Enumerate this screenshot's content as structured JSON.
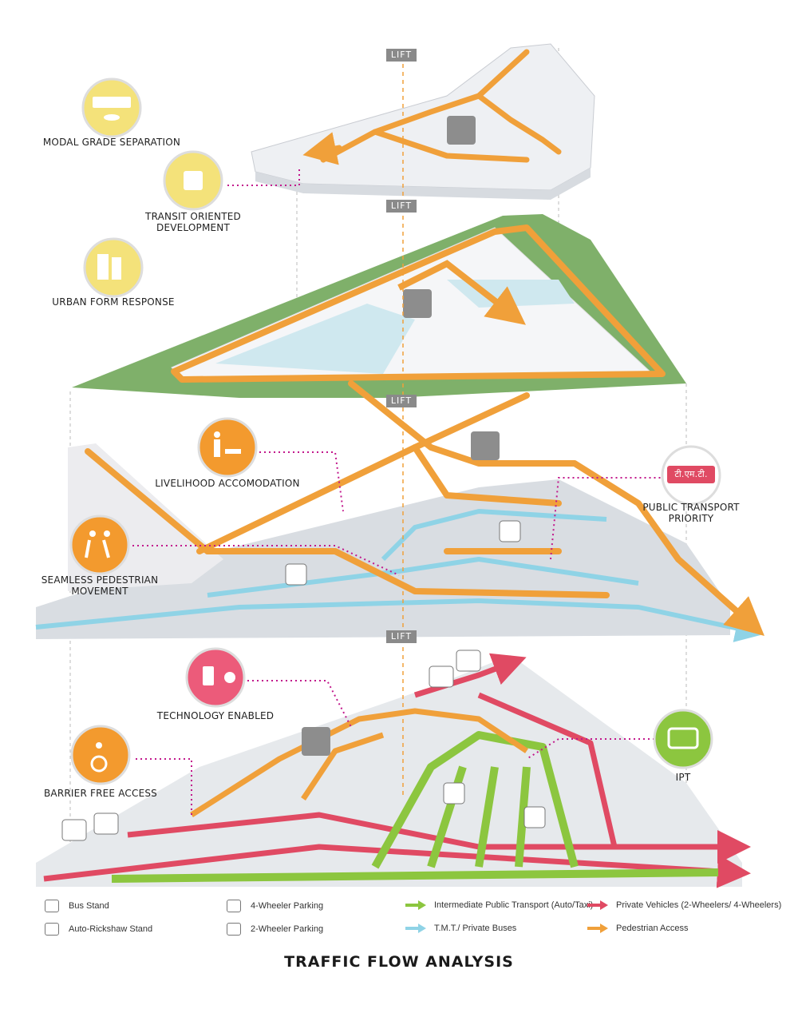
{
  "title": "TRAFFIC FLOW ANALYSIS",
  "lift_label": "LIFT",
  "callouts": {
    "modal": "MODAL GRADE SEPARATION",
    "tod_1": "TRANSIT ORIENTED",
    "tod_2": "DEVELOPMENT",
    "urban": "URBAN FORM RESPONSE",
    "livelihood": "LIVELIHOOD ACCOMODATION",
    "seamless_1": "SEAMLESS PEDESTRIAN",
    "seamless_2": "MOVEMENT",
    "pt_1": "PUBLIC TRANSPORT",
    "pt_2": "PRIORITY",
    "pt_badge": "टी.एम.टी.",
    "tech": "TECHNOLOGY ENABLED",
    "barrier": "BARRIER FREE ACCESS",
    "ipt": "IPT"
  },
  "legend": {
    "bus_stand": "Bus Stand",
    "auto_stand": "Auto-Rickshaw Stand",
    "four_wheeler": "4-Wheeler Parking",
    "two_wheeler": "2-Wheeler Parking",
    "ipt": "Intermediate Public Transport (Auto/Taxi)",
    "tmt": "T.M.T./ Private Buses",
    "private": "Private Vehicles (2-Wheelers/ 4-Wheelers)",
    "pedestrian": "Pedestrian Access"
  },
  "colors": {
    "pedestrian": "#f0a03a",
    "bus": "#8fd3e6",
    "private": "#e04a63",
    "ipt": "#8cc63f",
    "yellow_icon": "#f4e27a",
    "orange_icon": "#f39a2e",
    "pink_icon": "#ec5b7a",
    "green_icon": "#8cc63f",
    "lift": "#8a8a8a",
    "callout_line": "#c2188c"
  },
  "icons": [
    "bus-icon",
    "tram-icon",
    "buildings-icon",
    "vendor-icon",
    "walking-people-icon",
    "tmt-badge-icon",
    "phone-car-icon",
    "wheelchair-icon",
    "auto-rickshaw-icon",
    "family-icon",
    "car-icon",
    "motorbike-icon"
  ]
}
